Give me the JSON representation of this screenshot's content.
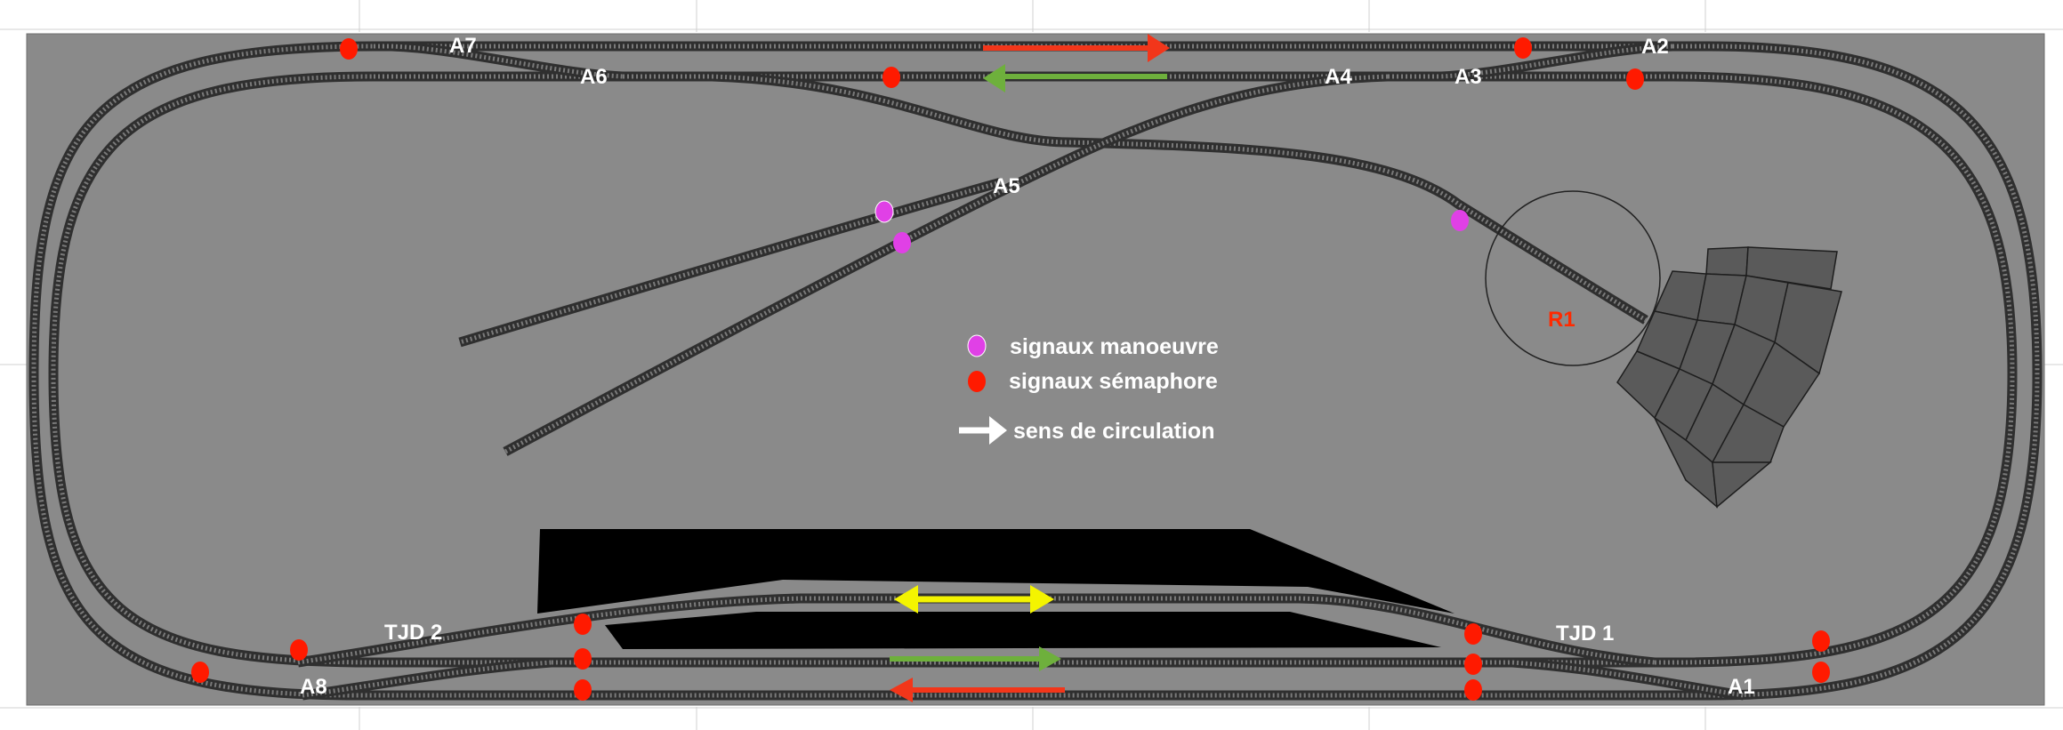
{
  "colors": {
    "board": "#8a8a8a",
    "board_border": "#6e6e6e",
    "page_grid": "#d0d0d0",
    "track_dark": "#2f2f2f",
    "track_light": "#6c6c6c",
    "label_white": "#ffffff",
    "label_red": "#ff2a00",
    "signal_red": "#ff1a00",
    "signal_magenta": "#e040e6",
    "arrow_red": "#f2361a",
    "arrow_green": "#6eb03c",
    "arrow_yellow": "#f4f400",
    "platform_black": "#000000",
    "roundhouse_fill": "#5a5a5a",
    "roundhouse_stroke": "#1e1e1e"
  },
  "labels": {
    "a1": "A1",
    "a2": "A2",
    "a3": "A3",
    "a4": "A4",
    "a5": "A5",
    "a6": "A6",
    "a7": "A7",
    "a8": "A8",
    "tjd1": "TJD 1",
    "tjd2": "TJD 2",
    "r1": "R1"
  },
  "legend": {
    "manoeuvre": "signaux manoeuvre",
    "semaphore": "signaux sémaphore",
    "circulation": "sens de circulation"
  },
  "icons": {
    "signal_manoeuvre": "magenta-dot",
    "signal_semaphore": "red-dot",
    "direction": "white-arrow",
    "arrow_double": "yellow-double-arrow"
  }
}
